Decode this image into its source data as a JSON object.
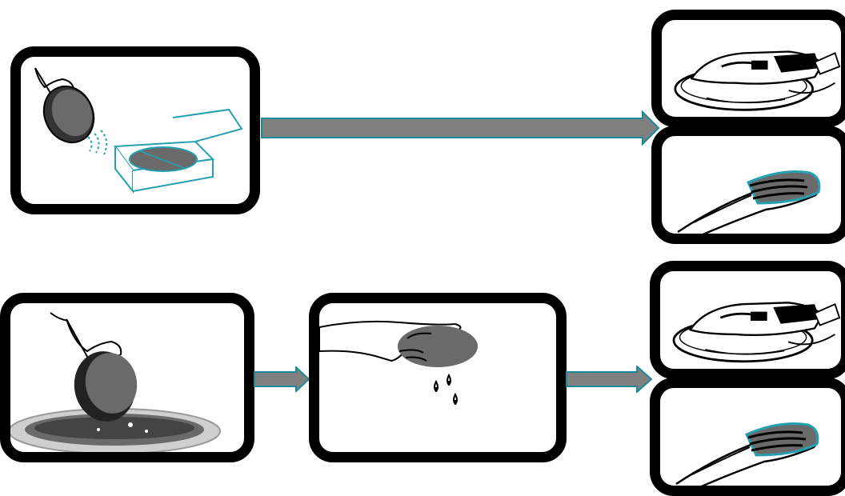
{
  "figure": {
    "rows": [
      {
        "steps": [
          {
            "name": "dry-disc-from-box",
            "icon": "hand-disc-box-icon"
          },
          {
            "name": "use-options",
            "icons": [
              "orbital-sander-icon",
              "hand-sanding-icon"
            ]
          }
        ]
      },
      {
        "steps": [
          {
            "name": "soak-disc-in-water",
            "icon": "hand-disc-water-bowl-icon"
          },
          {
            "name": "wet-disc-dripping",
            "icon": "hand-wet-disc-icon"
          },
          {
            "name": "use-options",
            "icons": [
              "orbital-sander-icon",
              "hand-sanding-icon"
            ]
          }
        ]
      }
    ],
    "colors": {
      "frame": "#000000",
      "arrow_fill": "#808080",
      "arrow_outline": "#1a8a9a",
      "accent_teal": "#26a0b0",
      "disc_gray": "#6a6a6a"
    }
  }
}
